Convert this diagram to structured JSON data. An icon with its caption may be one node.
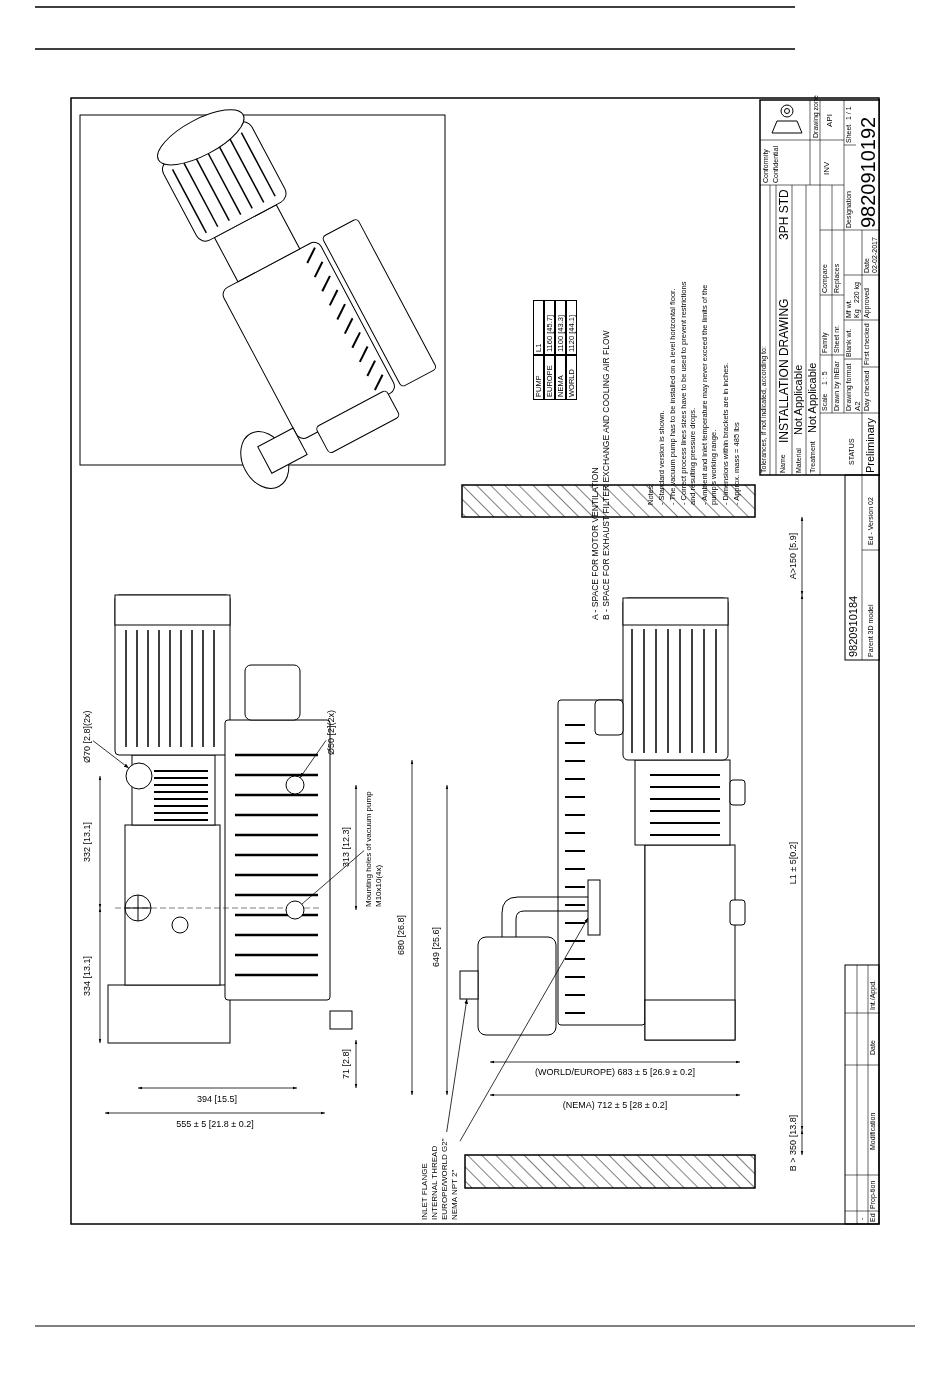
{
  "diagram": {
    "nodes": [
      {
        "text": [
          "INLET FLANGE INTERNAL THREAD EUROPE/WORLD G2\" NEMA NPT 2\""
        ]
      },
      {
        "text": [],
        "shape": "box"
      },
      {
        "text": [],
        "shape": "box"
      },
      {
        "text": [
          "Ø70 [2.8](2x)"
        ]
      },
      {
        "text": [],
        "shape": "circle"
      },
      {
        "text": [
          "Ø50 [2](2x)"
        ]
      },
      {
        "text": [],
        "shape": "circle"
      },
      {
        "text": [
          "Mounting holes of vacuum pump M10x10(4x)"
        ]
      },
      {
        "text": [],
        "shape": "circle"
      }
    ],
    "edges": [
      {
        "from": 0,
        "to": 1,
        "arrow": "to"
      },
      {
        "from": 0,
        "to": 2,
        "arrow": "to"
      },
      {
        "from": 3,
        "to": 4,
        "arrow": "to"
      },
      {
        "from": 5,
        "to": 6,
        "arrow": "to"
      },
      {
        "from": 7,
        "to": 8,
        "arrow": "none"
      }
    ],
    "labels": [
      "332 [13.1]",
      "334 [13.1]",
      "394 [15.5]",
      "555 ± 5 [21.8 ± 0.2]",
      "313 [12.3]",
      "71 [2.8]",
      "680 [26.8]",
      "649 [25.6]",
      "(WORLD/EUROPE) 683 ± 5 [26.9 ± 0.2]",
      "(NEMA) 712 ± 5 [28 ± 0.2]",
      "L1 ± 5[0.2]",
      "A>150 [5.9]",
      "B > 350 [13.8]",
      "PUMP",
      "L1",
      "EUROPE",
      "1160 [45.7]",
      "NEMA",
      "1100 [43.3]",
      "WORLD",
      "1120 [44.1]",
      "A - SPACE FOR MOTOR VENTILATION",
      "B - SPACE FOR EXHAUST FILTER EXCHANGE AND COOLING AIR FLOW",
      "Notes:",
      "- Standard version is shown.",
      "- The vacuum pump has to be installed on a level horizontal floor.",
      "- Correct process lines sizes have to be used to prevent restrictions and resulting pressure drops.",
      "- Ambient and inlet temperature may never exceed the limits of the pump's working range.",
      "- Dimensions within brackets are in inches.",
      "- Approx. mass = 485 lbs",
      "Tolerances, if not indicated, according to:",
      "Name",
      "INSTALLATION DRAWING",
      "3PH STD",
      "Conformity",
      "Confidential",
      "Material",
      "Not Applicable",
      "Treatment",
      "Not Applicable",
      "INV",
      "Drawing zone",
      "API",
      "STATUS",
      "Scale",
      "1 : 5",
      "Family",
      "Compare",
      "Drawn by",
      "lhElar",
      "Sheet nr.",
      "Replaces",
      "Drawing format",
      "A2",
      "Blank wt.",
      "Mf wt.",
      "Kg",
      "220 kg",
      "Designation",
      "Sheet",
      "1 / 1",
      "Preliminary",
      "Day checked",
      "First checked",
      "Approved",
      "Date",
      "02-02-2017",
      "9820910192",
      "9820910184",
      "Parent 3D model",
      "Ed - Version 02",
      "-",
      "Ed",
      "Prop-tion",
      "Modification",
      "Date",
      "Int./Appd."
    ]
  }
}
